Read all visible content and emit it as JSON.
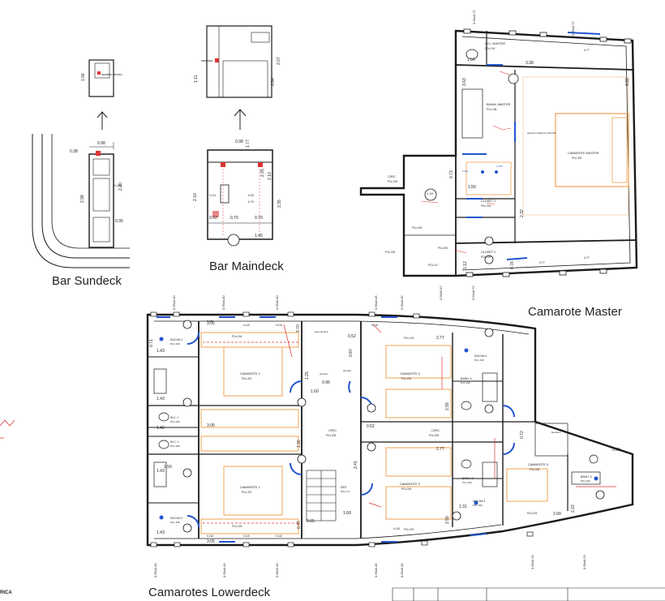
{
  "captions": {
    "bar_sundeck": "Bar Sundeck",
    "bar_maindeck": "Bar Maindeck",
    "camarote_master": "Camarote Master",
    "camarotes_lowerdeck": "Camarotes Lowerdeck"
  },
  "corner_text": "RICA",
  "colors": {
    "wall": "#1a1a1a",
    "door": "#2255cc",
    "furniture": "#f0a050",
    "annotation": "#dd3333",
    "dim": "#222222"
  },
  "sundeck": {
    "dims": [
      "0.38",
      "0.98",
      "2.98",
      "2.20",
      "0.35",
      "1.06"
    ],
    "labels": [
      "h.106",
      "lavadero técnico"
    ]
  },
  "maindeck": {
    "dims": [
      "2.07",
      "1.11",
      "0.94",
      "0.98",
      "1.77",
      "2.35",
      "2.10",
      "0.62",
      "0.70",
      "0.70",
      "1.40",
      "2.35",
      "2.10"
    ],
    "labels": [
      "h.111",
      "h.90",
      "h.70"
    ]
  },
  "master": {
    "rooms": [
      {
        "name": "W.C. MASTER",
        "floor": "PCs 194"
      },
      {
        "name": "BANHL MASTER",
        "floor": "PCs 196"
      },
      {
        "name": "CAMAROTE MASTER",
        "floor": "PCs 200"
      },
      {
        "name": "CIRC.",
        "floor": "PCs 200"
      },
      {
        "name": "CLOSET 1",
        "floor": "PCs 196"
      },
      {
        "name": "CLOSET 2",
        "floor": "PCs 196"
      }
    ],
    "dims": [
      "3.38",
      "4.82",
      "3.63",
      "1.50",
      "0.73",
      "2.32",
      "1.12",
      "0.76",
      "1.18",
      "1.56",
      "0.95x0.72",
      "0.95x0.72",
      "0.95x0.52",
      "0.62x0.72"
    ],
    "labels": [
      "h.77",
      "h.77",
      "h.77",
      "PCs 196",
      "PCs 147",
      "PCs 200",
      "PCs 150",
      "guinche rebatível 170x133",
      "h.110",
      "h.106"
    ]
  },
  "lower": {
    "rooms": [
      {
        "name": "CAMAROTE 2",
        "floor": "PCs 202"
      },
      {
        "name": "CAMAROTE 1",
        "floor": "PCs 202"
      },
      {
        "name": "CAMAROTE 4",
        "floor": "PCs 204"
      },
      {
        "name": "CAMAROTE 3",
        "floor": "PCs 204"
      },
      {
        "name": "CAMAROTE 5",
        "floor": "PCs 206"
      },
      {
        "name": "DUCHA 1",
        "floor": "PCs 196"
      },
      {
        "name": "DUCHA 2",
        "floor": "PCs 196"
      },
      {
        "name": "DUCHA 3",
        "floor": "PCs 196"
      },
      {
        "name": "DUCHA 4",
        "floor": "PCs 196"
      },
      {
        "name": "W.C. 2",
        "floor": "PCs 196"
      },
      {
        "name": "W.C. 1",
        "floor": "PCs 196"
      },
      {
        "name": "BANH. 3",
        "floor": "PCs 196"
      },
      {
        "name": "BANH. 4",
        "floor": "PCs 196"
      },
      {
        "name": "BANH. 5",
        "floor": "PCs 206"
      },
      {
        "name": "CIRC.",
        "floor": "PCs 205"
      },
      {
        "name": "CIRC.",
        "floor": "PCs 205"
      },
      {
        "name": "DEP.",
        "floor": "PCs ind."
      }
    ],
    "dims": [
      "3.05",
      "3.70",
      "3.05",
      "3.05",
      "0.71",
      "1.43",
      "1.43",
      "1.50",
      "1.43",
      "1.43",
      "1.43",
      "1.25",
      "1.60",
      "0.96",
      "0.52",
      "0.87",
      "2.77",
      "2.55",
      "2.77",
      "2.55",
      "0.72",
      "2.41",
      "1.60",
      "1.31",
      "2.00",
      "0.63",
      "2.22",
      "0.65",
      "1.36",
      "0.47",
      "0.52"
    ],
    "window_dims_top": [
      "0.95x0.40",
      "0.95x0.40",
      "0.95x0.40",
      "0.95x0.45",
      "0.95x0.45"
    ],
    "window_dims_bottom": [
      "0.95x0.40",
      "0.95x0.40",
      "0.95x0.40",
      "0.95x0.45",
      "0.95x0.45",
      "0.95x0.23",
      "0.95x0.23"
    ],
    "labels": [
      "h.116",
      "h.110",
      "h.110",
      "h.116",
      "armário",
      "área técnica",
      "armário",
      "banheiro",
      "h.116",
      "h.110",
      "h.110",
      "h.116",
      "PCs 194",
      "PCs 194",
      "PCs 193",
      "PCs 193",
      "PCs 193"
    ]
  },
  "title_block": {
    "visible": true
  }
}
